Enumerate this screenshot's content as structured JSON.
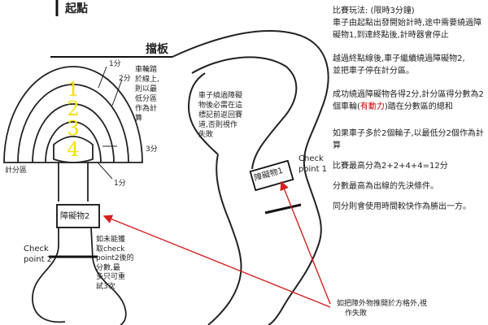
{
  "labels": {
    "start": "起點",
    "board": "擋板",
    "score_area": "計分區",
    "obstacle1": "障礙物1",
    "obstacle2": "障礙物2",
    "checkpoint1_line1": "Check",
    "checkpoint1_line2": "point 1",
    "checkpoint2_line1": "Check",
    "checkpoint2_line2": "point 2",
    "zone_numbers": [
      "1",
      "2",
      "3",
      "4"
    ],
    "pts_1_top": "1分",
    "pts_2": "2分",
    "pts_3": "3分",
    "pts_1_bottom": "1分"
  },
  "notes": {
    "wheel_rule": [
      "車輪踏",
      "於線上,",
      "則以最",
      "低分區",
      "作為計",
      "算"
    ],
    "return_rule": [
      "車子繞過障礙",
      "物後必需在這",
      "標記前返回賽",
      "道,否則視作",
      "失敗"
    ],
    "retry_rule": [
      "如未能獲",
      "取check",
      "point2後的",
      "分數,最",
      "多只可重",
      "試3次"
    ],
    "push_rule": [
      "如把障外物推開於方格外,視",
      "作失敗"
    ]
  },
  "rules": {
    "heading": "比賽玩法: (限時3分鐘)",
    "p1": "車子由起點出發開始計時,途中需要繞過障礙物1,到達終點後,計時器會停止",
    "p2a": "越過終點線後,車子繼續繞過障礙物2,",
    "p2b": "並把車子停在計分區。",
    "p3a": "成功繞過障礙物各得2分,計分區得分數為2個車輪(",
    "p3red": "有動力",
    "p3b": ")踏在分數區的總和",
    "p4": "如果車子多於2個輪子,以最低分2個作為計算",
    "p5": "比賽最高分為2+2+4+4=12分",
    "p6": "分數最高為出線的先決條件。",
    "p7": "同分則會使用時間較快作為勝出一方。"
  },
  "colors": {
    "track": "#1a1a1a",
    "zone_number": "#f2e200",
    "arrow": "#d42020",
    "emphasis": "#cc0000"
  }
}
